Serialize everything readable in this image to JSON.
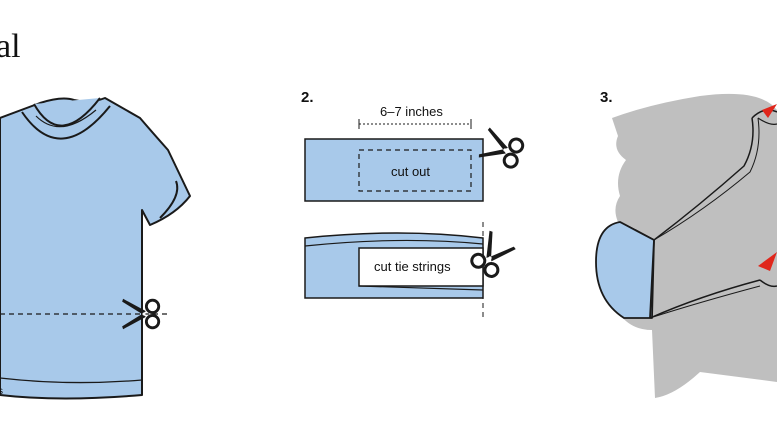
{
  "title_fragment": "al",
  "step1": {
    "caption_fragment": "s"
  },
  "step2": {
    "number": "2.",
    "measure_label": "6–7 inches",
    "cut_out_label": "cut out",
    "cut_tie_label": "cut tie strings"
  },
  "step3": {
    "number": "3."
  },
  "colors": {
    "fabric": "#a8c9ea",
    "outline": "#1a1a1a",
    "head": "#bfbfbf",
    "arrow": "#e0261b"
  },
  "icons": [
    "scissors-icon",
    "arrow-icon"
  ]
}
